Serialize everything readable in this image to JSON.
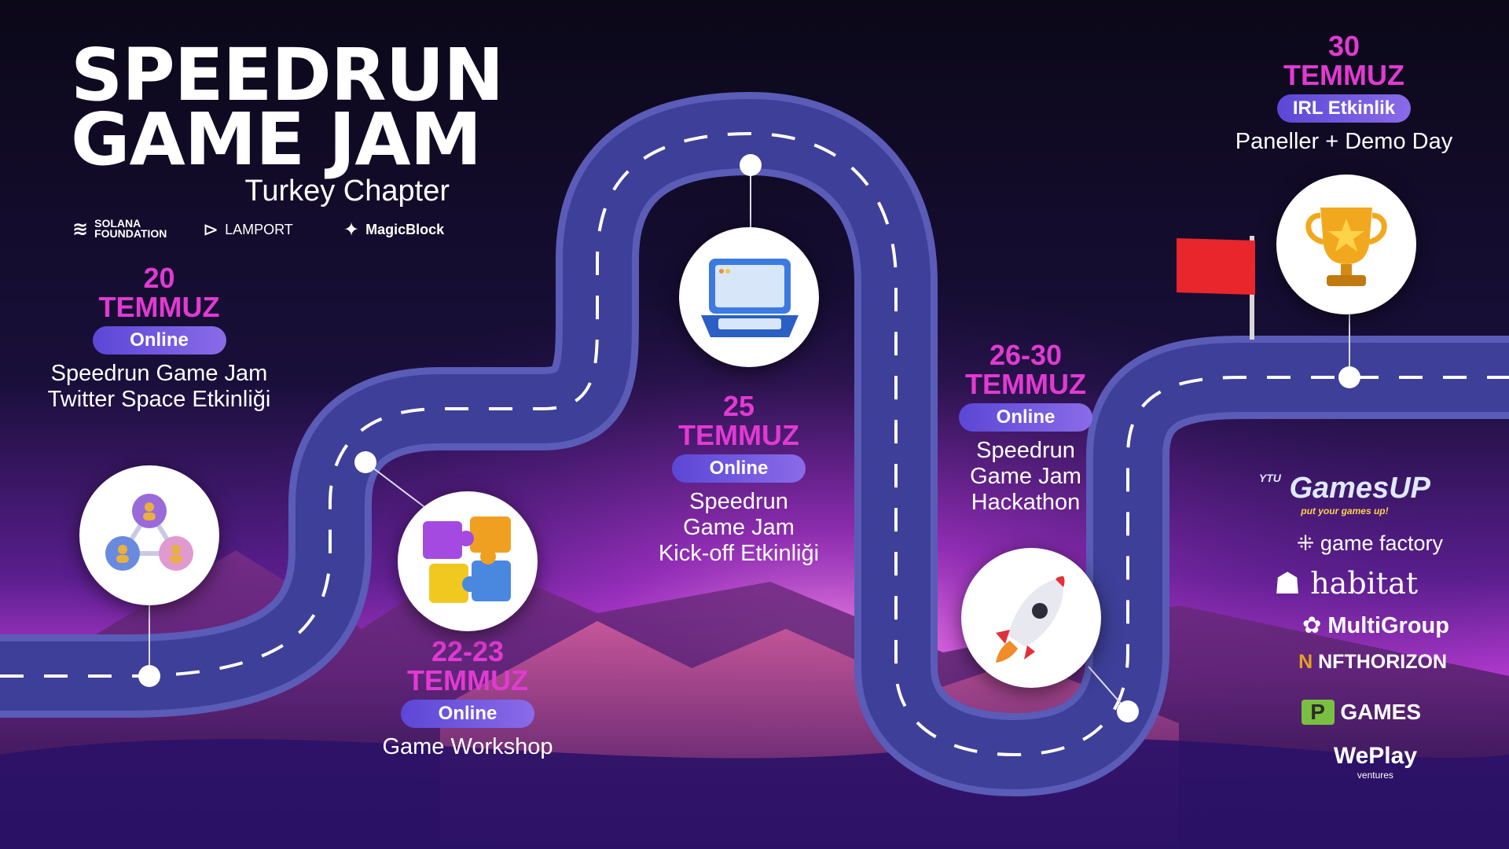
{
  "header": {
    "title_line1": "SPEEDRUN",
    "title_line2": "GAME JAM",
    "subtitle": "Turkey Chapter"
  },
  "organizers": [
    {
      "name": "SOLANA\nFOUNDATION",
      "icon": "solana-logo-icon"
    },
    {
      "name": "LAMPORT",
      "icon": "lamport-logo-icon"
    },
    {
      "name": "MagicBlock",
      "icon": "magicblock-logo-icon"
    }
  ],
  "events": [
    {
      "day": "20",
      "month": "TEMMUZ",
      "type": "Online",
      "description_lines": [
        "Speedrun Game Jam",
        "Twitter Space Etkinliği"
      ],
      "icon": "people-network-icon"
    },
    {
      "day": "22-23",
      "month": "TEMMUZ",
      "type": "Online",
      "description_lines": [
        "Game Workshop"
      ],
      "icon": "puzzle-icon"
    },
    {
      "day": "25",
      "month": "TEMMUZ",
      "type": "Online",
      "description_lines": [
        "Speedrun",
        "Game Jam",
        "Kick-off Etkinliği"
      ],
      "icon": "laptop-icon"
    },
    {
      "day": "26-30",
      "month": "TEMMUZ",
      "type": "Online",
      "description_lines": [
        "Speedrun",
        "Game Jam",
        "Hackathon"
      ],
      "icon": "rocket-icon"
    },
    {
      "day": "30",
      "month": "TEMMUZ",
      "type": "IRL Etkinlik",
      "description_lines": [
        "Paneller + Demo Day"
      ],
      "icon": "trophy-icon"
    }
  ],
  "partners": [
    {
      "name": "GamesUP",
      "tagline": "put your games up!",
      "prefix": "YTU"
    },
    {
      "name": "game factory"
    },
    {
      "name": "habitat"
    },
    {
      "name": "MultiGroup"
    },
    {
      "name": "NFTHORIZON"
    },
    {
      "name": "GAMES",
      "prefix": "P"
    },
    {
      "name": "WePlay",
      "tagline": "ventures"
    }
  ],
  "colors": {
    "background": "#0d0920",
    "road": "#3d3f98",
    "road_edge": "#5a5cb8",
    "date_accent": "#e13ad2",
    "pill": "#6a55dc",
    "flag": "#e8262c",
    "mountain_glow": "#c43ad8"
  }
}
